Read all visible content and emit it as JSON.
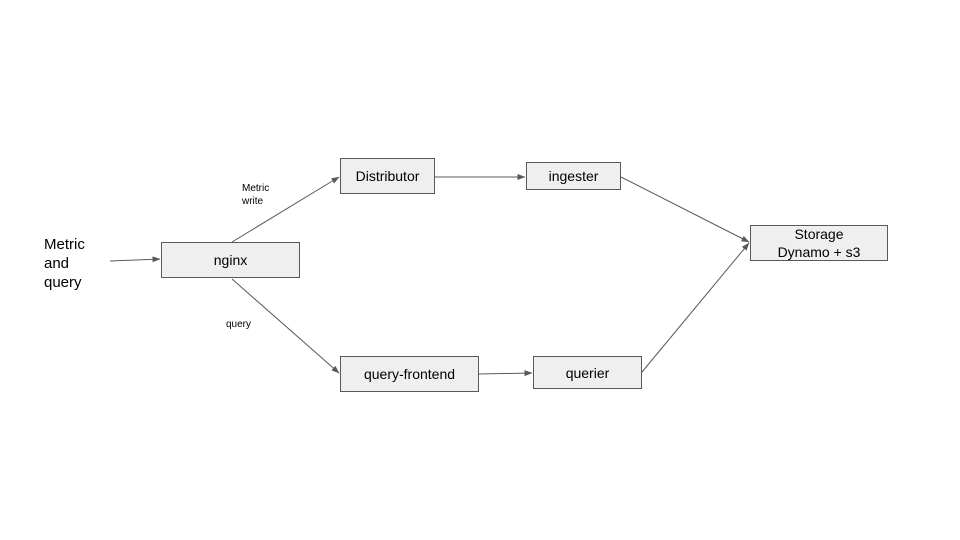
{
  "diagram": {
    "input_label": [
      "Metric",
      "and",
      "query"
    ],
    "nodes": {
      "nginx": "nginx",
      "distributor": "Distributor",
      "ingester": "ingester",
      "query_frontend": "query-frontend",
      "querier": "querier",
      "storage": [
        "Storage",
        "Dynamo + s3"
      ]
    },
    "edge_labels": {
      "write": [
        "Metric",
        "write"
      ],
      "read": "query"
    },
    "colors": {
      "node_fill": "#efefef",
      "node_border": "#595959",
      "edge": "#595959"
    }
  }
}
